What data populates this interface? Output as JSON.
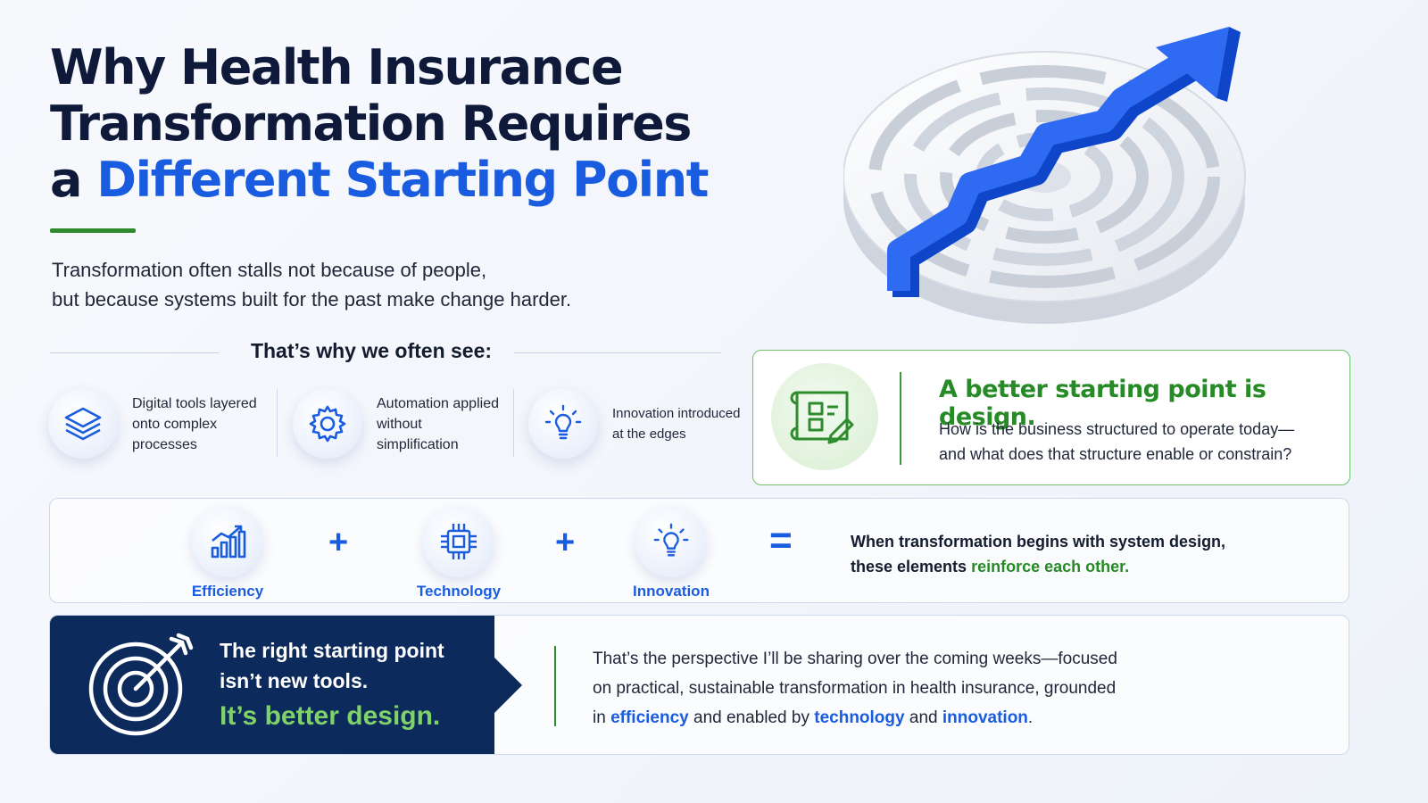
{
  "header": {
    "title_line1": "Why Health Insurance",
    "title_line2": "Transformation Requires",
    "title_line3_prefix": "a ",
    "title_line3_highlight": "Different Starting Point",
    "subtitle_line1": "Transformation often stalls not because of people,",
    "subtitle_line2": "but because systems built for the past make change harder."
  },
  "why_section": {
    "heading": "That’s why we often see:",
    "items": [
      {
        "icon": "layers-icon",
        "line1": "Digital tools layered",
        "line2": "onto complex",
        "line3": "processes"
      },
      {
        "icon": "gear-icon",
        "line1": "Automation applied",
        "line2": "without",
        "line3": "simplification"
      },
      {
        "icon": "lightbulb-icon",
        "line1": "Innovation introduced",
        "line2": "at the edges"
      }
    ]
  },
  "design_card": {
    "icon": "blueprint-icon",
    "heading": "A better starting point is design.",
    "body_line1": "How is the business structured to operate today—",
    "body_line2": "and what does that structure enable or constrain?"
  },
  "equation": {
    "items": [
      {
        "icon": "chart-growth-icon",
        "label": "Efficiency"
      },
      {
        "icon": "chip-icon",
        "label": "Technology"
      },
      {
        "icon": "lightbulb-icon",
        "label": "Innovation"
      }
    ],
    "plus": "+",
    "equals": "=",
    "text_line1": "When transformation begins with system design,",
    "text_line2_prefix": "these elements ",
    "text_line2_highlight": "reinforce each other."
  },
  "bottom": {
    "icon": "target-icon",
    "dark_line1": "The right starting point",
    "dark_line2": "isn’t new tools.",
    "dark_highlight": "It’s better design.",
    "text_line1": "That’s the perspective I’ll be sharing over the coming weeks—focused",
    "text_line2": "on practical, sustainable transformation in health insurance, grounded",
    "text_line3_in": "in ",
    "text_line3_efficiency": "efficiency",
    "text_line3_and1": " and enabled by ",
    "text_line3_technology": "technology",
    "text_line3_and2": " and ",
    "text_line3_innovation": "innovation",
    "text_line3_end": "."
  },
  "colors": {
    "accent_blue": "#1a5ce0",
    "accent_green": "#268a26",
    "navy": "#0d2a5c",
    "title_dark": "#0f1a3a"
  }
}
